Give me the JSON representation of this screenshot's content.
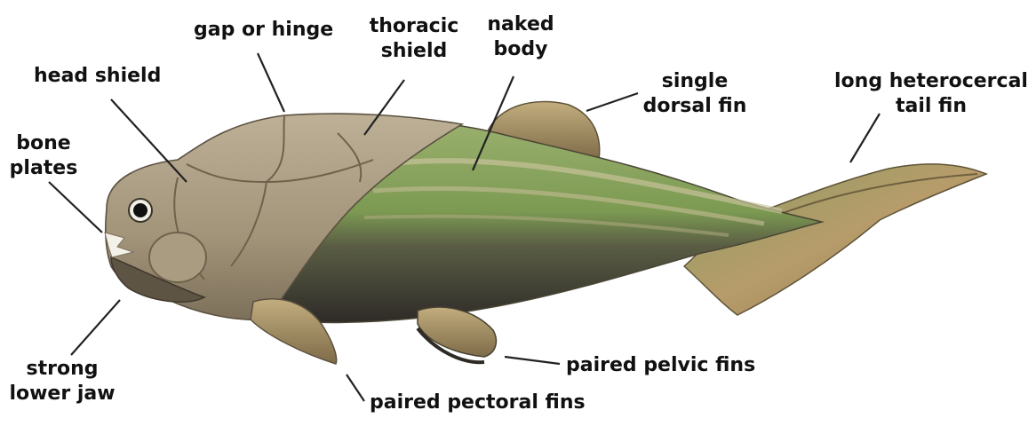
{
  "labels": {
    "gap_or_hinge": "gap or hinge",
    "thoracic_shield": [
      "thoracic",
      "shield"
    ],
    "naked_body": [
      "naked",
      "body"
    ],
    "head_shield": "head shield",
    "single_dorsal_fin": [
      "single",
      "dorsal fin"
    ],
    "tail_fin": [
      "long heterocercal",
      "tail fin"
    ],
    "bone_plates": [
      "bone",
      "plates"
    ],
    "strong_lower_jaw": [
      "strong",
      "lower jaw"
    ],
    "paired_pelvic_fins": "paired pelvic fins",
    "paired_pectoral_fins": "paired pectoral fins"
  },
  "colors": {
    "label_text": "#111111",
    "leader_line": "#222222",
    "armor": "#a89a80",
    "armor_dark": "#6b5f4a",
    "body_green": "#7a9a55",
    "belly_dark": "#3a3630",
    "fin": "#b09a6e"
  }
}
